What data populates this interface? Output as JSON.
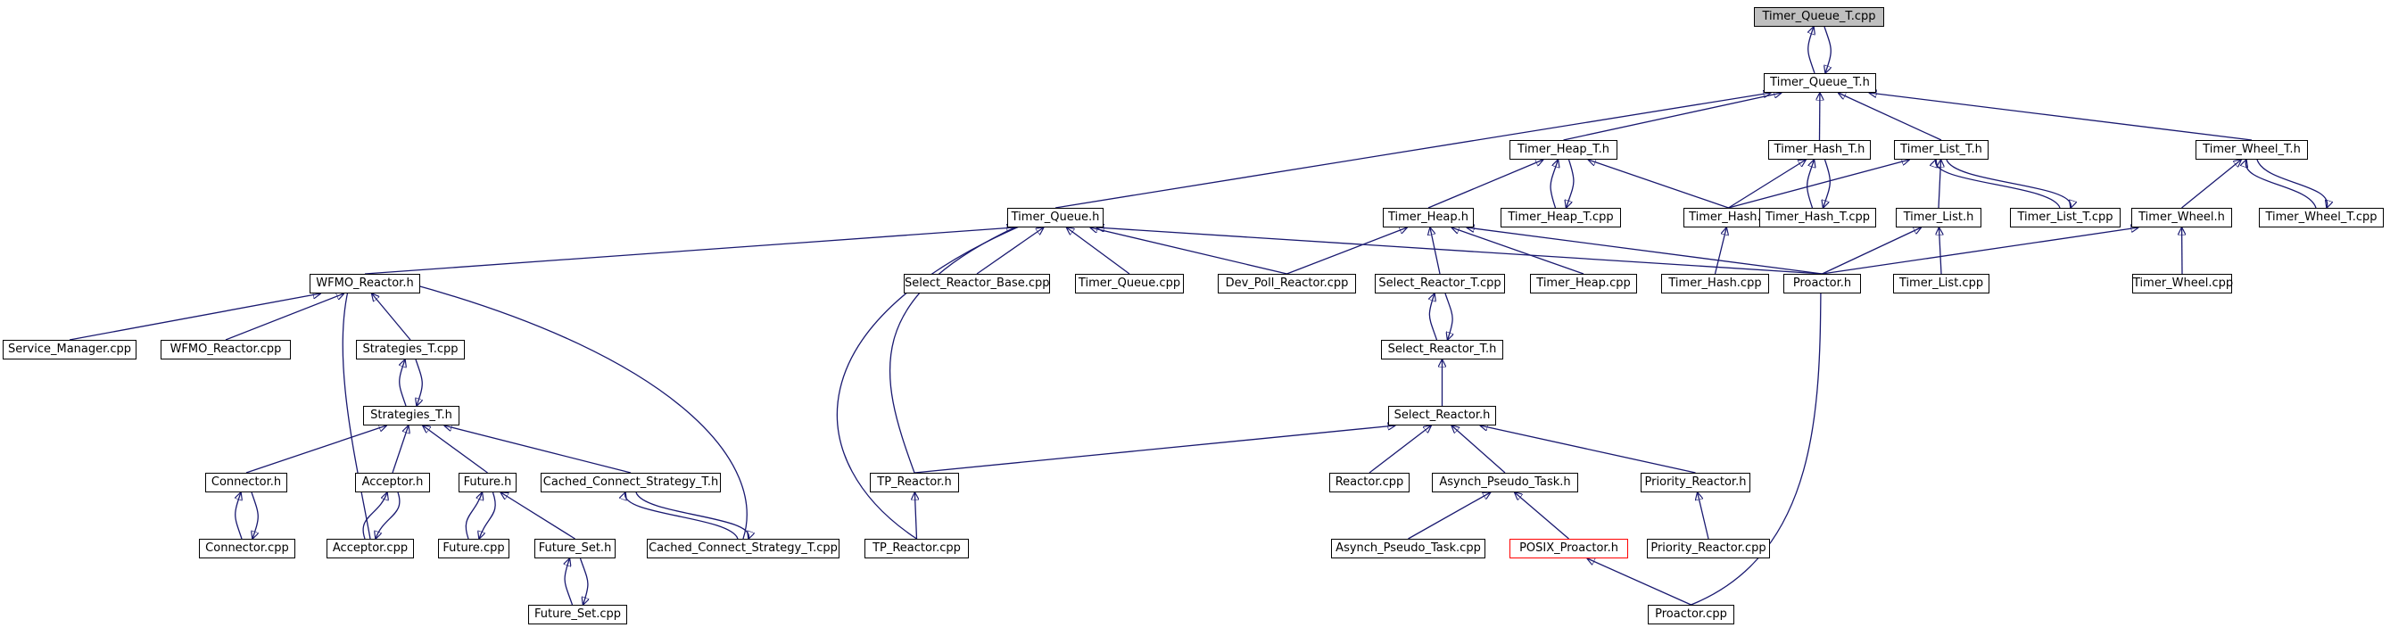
{
  "diagram": {
    "colors": {
      "edge": "#191970",
      "root_fill": "#bfbfbf",
      "node_border": "#000000",
      "missing_border": "#ff0000"
    },
    "nodes": [
      {
        "id": "tq_t_cpp",
        "label": "Timer_Queue_T.cpp"
      },
      {
        "id": "tq_t_h",
        "label": "Timer_Queue_T.h"
      },
      {
        "id": "theap_t_h",
        "label": "Timer_Heap_T.h"
      },
      {
        "id": "thash_t_h",
        "label": "Timer_Hash_T.h"
      },
      {
        "id": "tlist_t_h",
        "label": "Timer_List_T.h"
      },
      {
        "id": "twheel_t_h",
        "label": "Timer_Wheel_T.h"
      },
      {
        "id": "tq_h",
        "label": "Timer_Queue.h"
      },
      {
        "id": "theap_h",
        "label": "Timer_Heap.h"
      },
      {
        "id": "theap_t_cpp",
        "label": "Timer_Heap_T.cpp"
      },
      {
        "id": "thash_h",
        "label": "Timer_Hash.h"
      },
      {
        "id": "thash_t_cpp",
        "label": "Timer_Hash_T.cpp"
      },
      {
        "id": "tlist_h",
        "label": "Timer_List.h"
      },
      {
        "id": "tlist_t_cpp",
        "label": "Timer_List_T.cpp"
      },
      {
        "id": "twheel_h",
        "label": "Timer_Wheel.h"
      },
      {
        "id": "twheel_t_cpp",
        "label": "Timer_Wheel_T.cpp"
      },
      {
        "id": "wfmo_h",
        "label": "WFMO_Reactor.h"
      },
      {
        "id": "srb_cpp",
        "label": "Select_Reactor_Base.cpp"
      },
      {
        "id": "tq_cpp",
        "label": "Timer_Queue.cpp"
      },
      {
        "id": "devpoll_cpp",
        "label": "Dev_Poll_Reactor.cpp"
      },
      {
        "id": "srt_cpp",
        "label": "Select_Reactor_T.cpp"
      },
      {
        "id": "theap_cpp",
        "label": "Timer_Heap.cpp"
      },
      {
        "id": "thash_cpp",
        "label": "Timer_Hash.cpp"
      },
      {
        "id": "proactor_h",
        "label": "Proactor.h"
      },
      {
        "id": "tlist_cpp",
        "label": "Timer_List.cpp"
      },
      {
        "id": "twheel_cpp",
        "label": "Timer_Wheel.cpp"
      },
      {
        "id": "svcmgr_cpp",
        "label": "Service_Manager.cpp"
      },
      {
        "id": "wfmo_cpp",
        "label": "WFMO_Reactor.cpp"
      },
      {
        "id": "strat_t_cpp",
        "label": "Strategies_T.cpp"
      },
      {
        "id": "srt_h",
        "label": "Select_Reactor_T.h"
      },
      {
        "id": "strat_t_h",
        "label": "Strategies_T.h"
      },
      {
        "id": "sr_h",
        "label": "Select_Reactor.h"
      },
      {
        "id": "conn_h",
        "label": "Connector.h"
      },
      {
        "id": "acc_h",
        "label": "Acceptor.h"
      },
      {
        "id": "future_h",
        "label": "Future.h"
      },
      {
        "id": "ccs_t_h",
        "label": "Cached_Connect_Strategy_T.h"
      },
      {
        "id": "tp_h",
        "label": "TP_Reactor.h"
      },
      {
        "id": "reactor_cpp",
        "label": "Reactor.cpp"
      },
      {
        "id": "apt_h",
        "label": "Asynch_Pseudo_Task.h"
      },
      {
        "id": "pri_h",
        "label": "Priority_Reactor.h"
      },
      {
        "id": "conn_cpp",
        "label": "Connector.cpp"
      },
      {
        "id": "acc_cpp",
        "label": "Acceptor.cpp"
      },
      {
        "id": "future_cpp",
        "label": "Future.cpp"
      },
      {
        "id": "fset_h",
        "label": "Future_Set.h"
      },
      {
        "id": "ccs_t_cpp",
        "label": "Cached_Connect_Strategy_T.cpp"
      },
      {
        "id": "tp_cpp",
        "label": "TP_Reactor.cpp"
      },
      {
        "id": "apt_cpp",
        "label": "Asynch_Pseudo_Task.cpp"
      },
      {
        "id": "posix_h",
        "label": "POSIX_Proactor.h"
      },
      {
        "id": "pri_cpp",
        "label": "Priority_Reactor.cpp"
      },
      {
        "id": "fset_cpp",
        "label": "Future_Set.cpp"
      },
      {
        "id": "proactor_cpp",
        "label": "Proactor.cpp"
      }
    ],
    "edges": [
      [
        "tq_t_cpp",
        "tq_t_h"
      ],
      [
        "tq_t_h",
        "tq_t_cpp"
      ],
      [
        "tq_h",
        "tq_t_h"
      ],
      [
        "theap_t_h",
        "tq_t_h"
      ],
      [
        "thash_t_h",
        "tq_t_h"
      ],
      [
        "tlist_t_h",
        "tq_t_h"
      ],
      [
        "twheel_t_h",
        "tq_t_h"
      ],
      [
        "theap_h",
        "theap_t_h"
      ],
      [
        "theap_t_cpp",
        "theap_t_h"
      ],
      [
        "theap_t_h",
        "theap_t_cpp"
      ],
      [
        "thash_h",
        "theap_t_h"
      ],
      [
        "thash_h",
        "thash_t_h"
      ],
      [
        "thash_t_cpp",
        "thash_t_h"
      ],
      [
        "thash_t_h",
        "thash_t_cpp"
      ],
      [
        "tlist_h",
        "tlist_t_h"
      ],
      [
        "thash_h",
        "tlist_t_h"
      ],
      [
        "tlist_t_cpp",
        "tlist_t_h"
      ],
      [
        "tlist_t_h",
        "tlist_t_cpp"
      ],
      [
        "twheel_h",
        "twheel_t_h"
      ],
      [
        "twheel_t_cpp",
        "twheel_t_h"
      ],
      [
        "twheel_t_h",
        "twheel_t_cpp"
      ],
      [
        "wfmo_h",
        "tq_h"
      ],
      [
        "srb_cpp",
        "tq_h"
      ],
      [
        "tq_cpp",
        "tq_h"
      ],
      [
        "devpoll_cpp",
        "tq_h"
      ],
      [
        "proactor_h",
        "tq_h"
      ],
      [
        "tp_h",
        "tq_h"
      ],
      [
        "tp_cpp",
        "tq_h"
      ],
      [
        "devpoll_cpp",
        "theap_h"
      ],
      [
        "srt_cpp",
        "theap_h"
      ],
      [
        "theap_cpp",
        "theap_h"
      ],
      [
        "proactor_h",
        "theap_h"
      ],
      [
        "thash_cpp",
        "thash_h"
      ],
      [
        "proactor_h",
        "tlist_h"
      ],
      [
        "tlist_cpp",
        "tlist_h"
      ],
      [
        "proactor_h",
        "twheel_h"
      ],
      [
        "twheel_cpp",
        "twheel_h"
      ],
      [
        "svcmgr_cpp",
        "wfmo_h"
      ],
      [
        "wfmo_cpp",
        "wfmo_h"
      ],
      [
        "strat_t_cpp",
        "wfmo_h"
      ],
      [
        "acc_cpp",
        "wfmo_h"
      ],
      [
        "ccs_t_cpp",
        "wfmo_h"
      ],
      [
        "srt_cpp",
        "srt_h"
      ],
      [
        "srt_h",
        "srt_cpp"
      ],
      [
        "sr_h",
        "srt_h"
      ],
      [
        "strat_t_cpp",
        "strat_t_h"
      ],
      [
        "strat_t_h",
        "strat_t_cpp"
      ],
      [
        "conn_h",
        "strat_t_h"
      ],
      [
        "acc_h",
        "strat_t_h"
      ],
      [
        "future_h",
        "strat_t_h"
      ],
      [
        "ccs_t_h",
        "strat_t_h"
      ],
      [
        "tp_h",
        "sr_h"
      ],
      [
        "reactor_cpp",
        "sr_h"
      ],
      [
        "apt_h",
        "sr_h"
      ],
      [
        "pri_h",
        "sr_h"
      ],
      [
        "conn_cpp",
        "conn_h"
      ],
      [
        "conn_h",
        "conn_cpp"
      ],
      [
        "acc_cpp",
        "acc_h"
      ],
      [
        "acc_h",
        "acc_cpp"
      ],
      [
        "future_cpp",
        "future_h"
      ],
      [
        "future_h",
        "future_cpp"
      ],
      [
        "fset_h",
        "future_h"
      ],
      [
        "ccs_t_cpp",
        "ccs_t_h"
      ],
      [
        "ccs_t_h",
        "ccs_t_cpp"
      ],
      [
        "tp_cpp",
        "tp_h"
      ],
      [
        "apt_cpp",
        "apt_h"
      ],
      [
        "posix_h",
        "apt_h"
      ],
      [
        "pri_cpp",
        "pri_h"
      ],
      [
        "fset_cpp",
        "fset_h"
      ],
      [
        "fset_h",
        "fset_cpp"
      ],
      [
        "proactor_cpp",
        "posix_h"
      ],
      [
        "proactor_cpp",
        "proactor_h"
      ]
    ]
  }
}
